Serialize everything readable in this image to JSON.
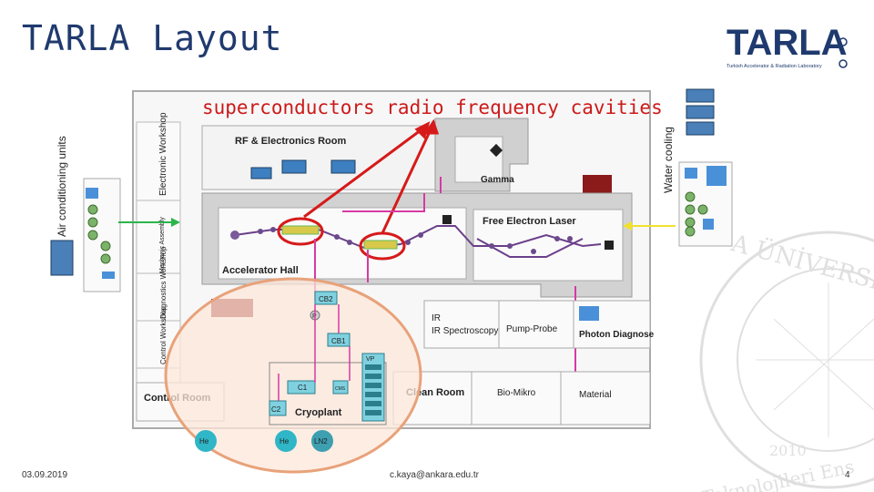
{
  "slide": {
    "title": "TARLA Layout",
    "callout": "superconductors radio frequency cavities",
    "footer_date": "03.09.2019",
    "footer_email": "c.kaya@ankara.edu.tr",
    "page_number": "4"
  },
  "logo": {
    "text": "TARLA",
    "subtitle": "Turkish Accelerator & Radiation Laboratory"
  },
  "seal": {
    "top_text": "A ÜNİVERSİ",
    "bottom_text": "Teknolojileri Ens",
    "year": "2010"
  },
  "side_labels": {
    "air_conditioning": "Air conditioning units",
    "water_cooling": "Water cooling"
  },
  "rooms": {
    "electronic_workshop": "Electronic Workshop",
    "mechanic_assembly": "Mechanic Assembly",
    "diagnostics_workshop": "Diagnostics Workshop",
    "control_workshop": "Control Workshop",
    "rf_room": "RF & Electronics Room",
    "gamma": "Gamma",
    "fel": "Free Electron Laser",
    "accelerator_hall": "Accelerator Hall",
    "ir_spectroscopy": "IR Spectroscopy",
    "pump_probe": "Pump-Probe",
    "photon_diagnose": "Photon Diagnose",
    "control_room": "Control Room",
    "clean_room": "Clean Room",
    "bio_mikro": "Bio-Mikro",
    "material": "Material",
    "cryoplant": "Cryoplant"
  },
  "equipment": {
    "cb2": "CB2",
    "cb1": "CB1",
    "p": "P",
    "vp": "VP",
    "c1": "C1",
    "c2": "C2",
    "cms": "CMS",
    "he1": "He",
    "he2": "He",
    "ln2": "LN2"
  },
  "colors": {
    "title": "#1f3a6e",
    "callout": "#cc1a1a",
    "cryo_zone": "#fde7d9",
    "cryo_border": "#e8a27a",
    "beamline_wall": "#c8c8c8",
    "arrow_green": "#2bb54a",
    "arrow_yellow": "#f2e12b"
  }
}
